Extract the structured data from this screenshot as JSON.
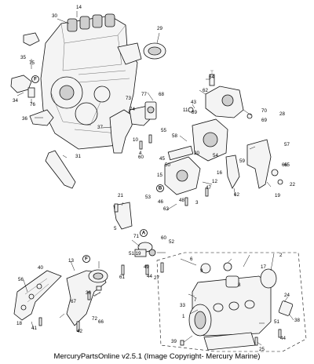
{
  "footer_text": "MercuryPartsOnline v2.5.1 (Image Copyright- Mercury Marine)",
  "callouts": [
    "14",
    "30",
    "29",
    "35",
    "75",
    "F",
    "34",
    "76",
    "36",
    "64",
    "62",
    "11",
    "89",
    "28",
    "70",
    "69",
    "73",
    "77",
    "68",
    "74",
    "55",
    "10",
    "37",
    "4",
    "43",
    "20",
    "58",
    "45",
    "50",
    "57",
    "31",
    "60",
    "54",
    "59",
    "66",
    "15",
    "16",
    "65",
    "B",
    "12",
    "47",
    "22",
    "62",
    "63",
    "21",
    "19",
    "53",
    "46",
    "48",
    "3",
    "5",
    "71",
    "A",
    "60",
    "52",
    "40",
    "13",
    "F",
    "51.19",
    "49",
    "44",
    "61",
    "27",
    "56",
    "36",
    "6",
    "2",
    "67",
    "9",
    "1",
    "8",
    "17",
    "7",
    "33",
    "24",
    "18",
    "41",
    "42",
    "72",
    "66",
    "38",
    "51",
    "25",
    "39",
    "44"
  ]
}
